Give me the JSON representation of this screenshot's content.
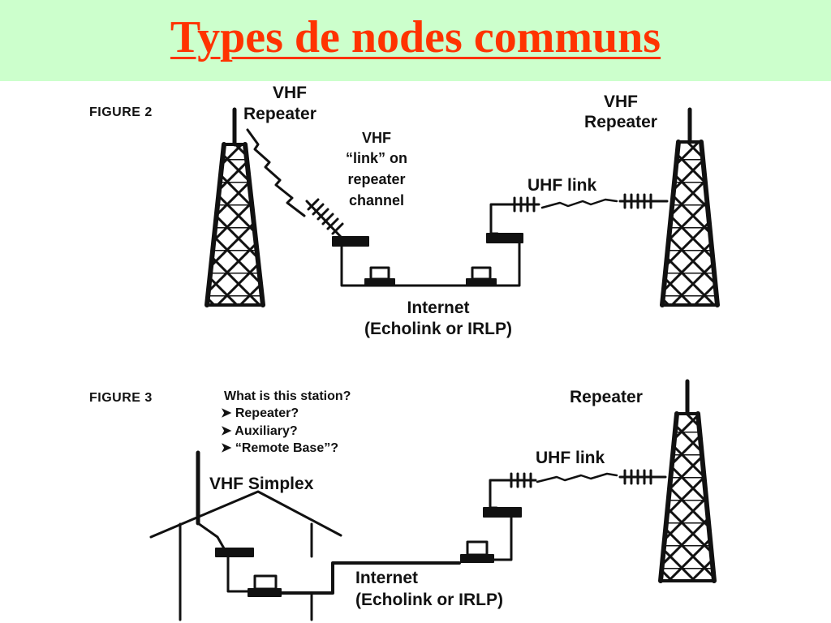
{
  "slide": {
    "title": "Types de nodes communs"
  },
  "figure2": {
    "label": "FIGURE 2",
    "left_repeater": [
      "VHF",
      "Repeater"
    ],
    "vhf_link": [
      "VHF",
      "“link” on",
      "repeater",
      "channel"
    ],
    "right_repeater": [
      "VHF",
      "Repeater"
    ],
    "uhf_link": "UHF link",
    "internet": [
      "Internet",
      "(Echolink or IRLP)"
    ]
  },
  "figure3": {
    "label": "FIGURE 3",
    "question": "What is this station?",
    "options": [
      "➤ Repeater?",
      "➤ Auxiliary?",
      "➤ “Remote Base”?"
    ],
    "repeater": "Repeater",
    "uhf_link": "UHF link",
    "simplex": "VHF Simplex",
    "internet": [
      "Internet",
      "(Echolink or IRLP)"
    ]
  },
  "colors": {
    "title": "#ff3300",
    "title_bg": "#ccffcc",
    "ink": "#111111"
  }
}
